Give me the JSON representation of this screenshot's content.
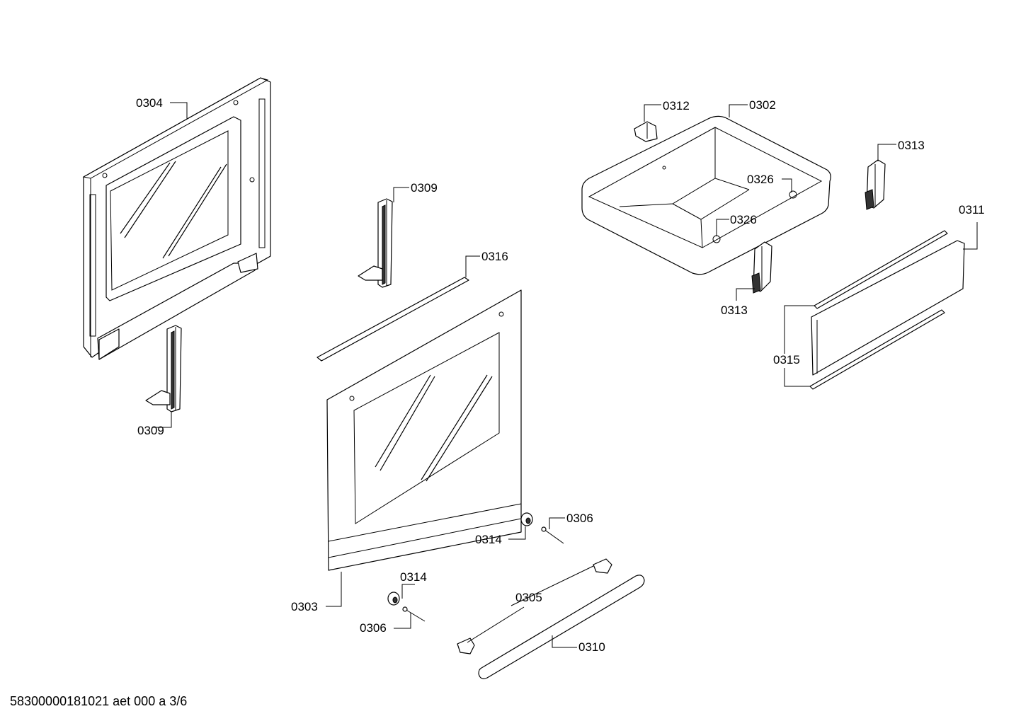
{
  "callouts": {
    "c0304": "0304",
    "c0309_top": "0309",
    "c0309_bottom": "0309",
    "c0316": "0316",
    "c0312": "0312",
    "c0302": "0302",
    "c0313_top": "0313",
    "c0326_a": "0326",
    "c0326_b": "0326",
    "c0313_bottom": "0313",
    "c0311": "0311",
    "c0315": "0315",
    "c0303": "0303",
    "c0306_right": "0306",
    "c0314_right": "0314",
    "c0314_left": "0314",
    "c0306_left": "0306",
    "c0305": "0305",
    "c0310": "0310"
  },
  "footer": "58300000181021 aet 000 a 3/6"
}
